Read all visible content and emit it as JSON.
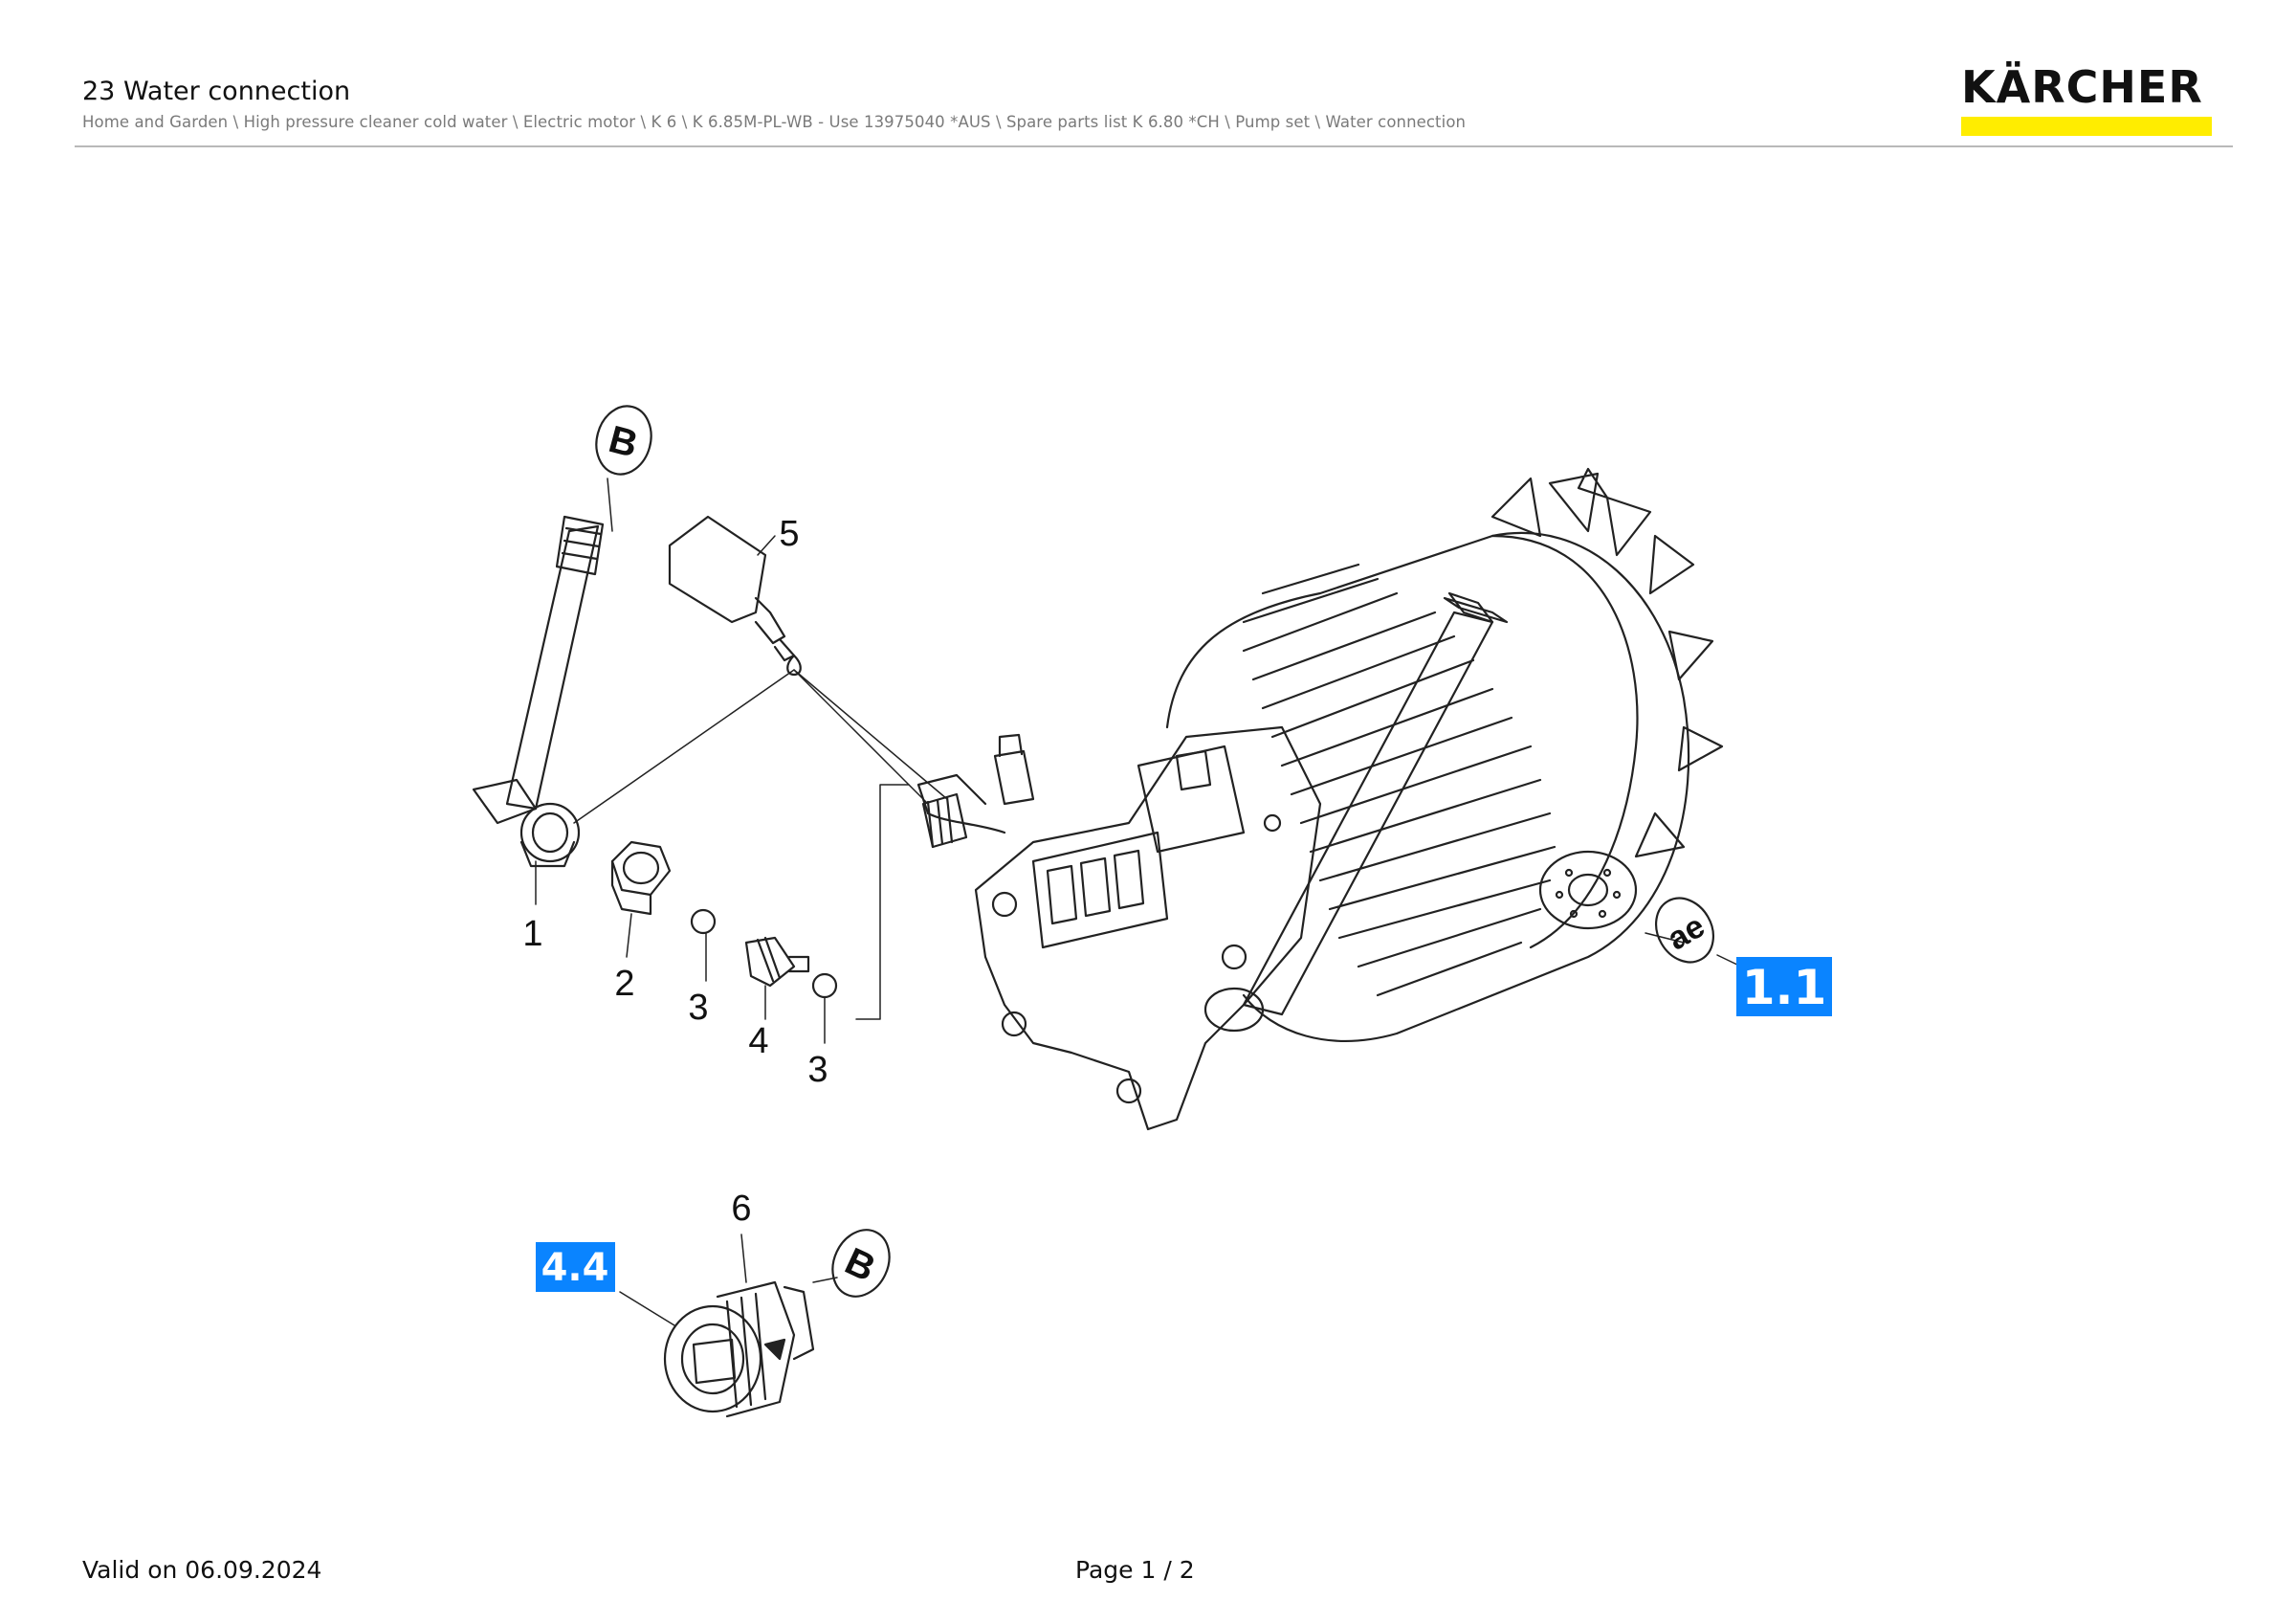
{
  "header": {
    "title": "23 Water connection",
    "breadcrumb": "Home and Garden \\ High pressure cleaner cold water \\ Electric motor \\ K 6 \\ K 6.85M-PL-WB - Use 13975040 *AUS \\ Spare parts list K 6.80 *CH \\ Pump set \\ Water connection",
    "brand": "KÄRCHER",
    "brand_colors": {
      "text": "#111111",
      "bar": "#ffed00"
    }
  },
  "drawing": {
    "part_numbers": [
      "1",
      "2",
      "3",
      "4",
      "3",
      "5",
      "6"
    ],
    "reference_badges": [
      "1.1",
      "4.4"
    ],
    "badge_color": "#0a84ff",
    "connector_labels": [
      "B",
      "ae",
      "B"
    ]
  },
  "footer": {
    "valid_on": "Valid on 06.09.2024",
    "page": "Page 1 / 2"
  }
}
